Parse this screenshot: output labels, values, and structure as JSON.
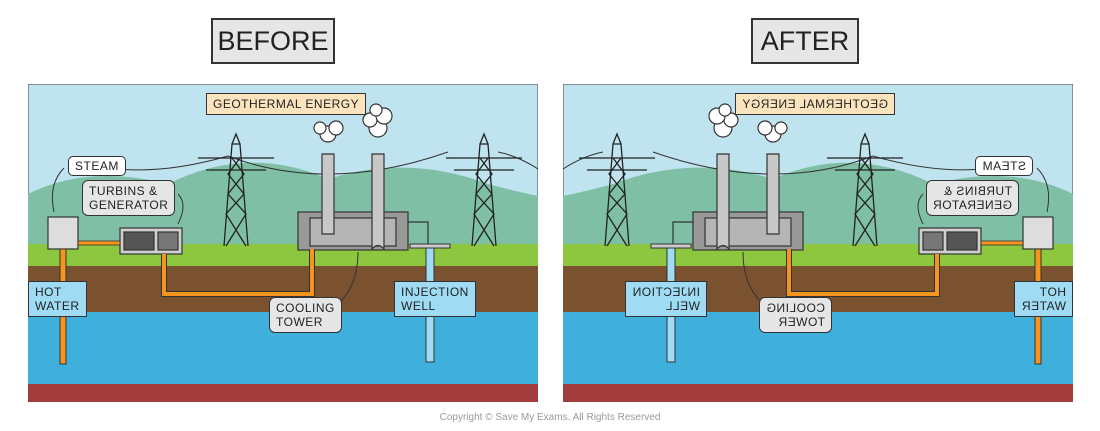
{
  "headers": {
    "before": "BEFORE",
    "after": "AFTER"
  },
  "labels": {
    "title": "GEOTHERMAL ENERGY",
    "steam": "STEAM",
    "turbine_line1": "TURBINS &",
    "turbine_line2": "GENERATOR",
    "hot_line1": "HOT",
    "hot_line2": "WATER",
    "cooling_line1": "COOLING",
    "cooling_line2": "TOWER",
    "injection_line1": "INJECTION",
    "injection_line2": "WELL"
  },
  "copyright": "Copyright © Save My Exams. All Rights Reserved",
  "colors": {
    "sky": "#bfe4ef",
    "hills": "#7fbfa6",
    "grass": "#8dc63f",
    "soil": "#7a5230",
    "water": "#3fb0dc",
    "bedrock": "#a23b3b",
    "pipe": "#f7941d",
    "title_box": "#fbe3bd",
    "well_box": "#9fdcf4"
  },
  "icons": [
    "pylon-icon",
    "cooling-tower-icon",
    "steam-cloud-icon",
    "turbine-icon",
    "wellhead-icon"
  ]
}
